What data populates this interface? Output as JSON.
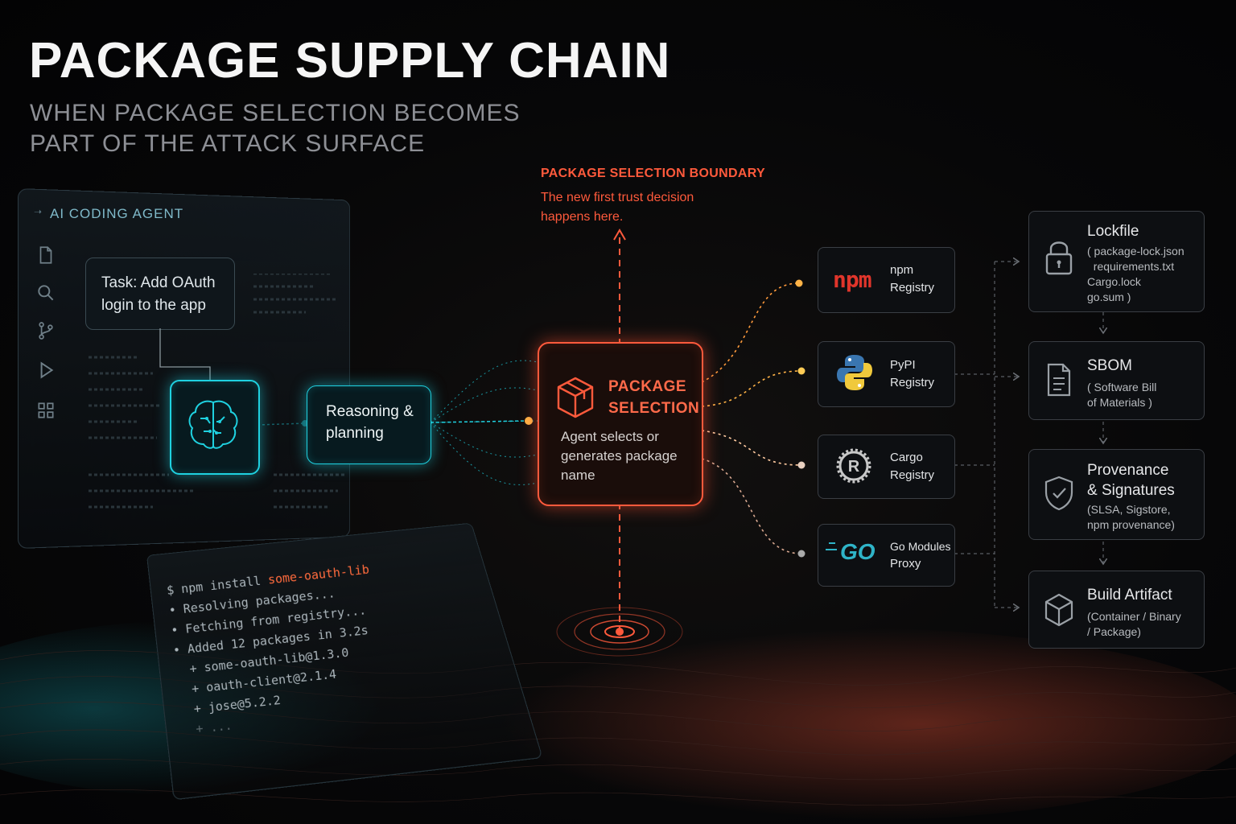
{
  "header": {
    "title": "PACKAGE SUPPLY CHAIN",
    "subtitle_line1": "WHEN PACKAGE SELECTION BECOMES",
    "subtitle_line2": "PART OF THE ATTACK SURFACE"
  },
  "agent": {
    "window_title": "AI CODING AGENT",
    "task_line1": "Task: Add OAuth",
    "task_line2": "login to the app",
    "rail_icons": [
      "file-icon",
      "search-icon",
      "branch-icon",
      "play-icon",
      "grid-icon"
    ],
    "reasoning_line1": "Reasoning &",
    "reasoning_line2": "planning"
  },
  "boundary": {
    "title": "PACKAGE SELECTION BOUNDARY",
    "desc_line1": "The new first trust decision",
    "desc_line2": "happens here."
  },
  "selection": {
    "title_line1": "PACKAGE",
    "title_line2": "SELECTION",
    "desc_line1": "Agent selects or",
    "desc_line2": "generates package",
    "desc_line3": "name"
  },
  "registries": [
    {
      "logo": "npm",
      "line1": "npm",
      "line2": "Registry"
    },
    {
      "logo": "python-logo",
      "line1": "PyPI",
      "line2": "Registry"
    },
    {
      "logo": "rust-logo",
      "line1": "Cargo",
      "line2": "Registry"
    },
    {
      "logo": "GO",
      "line1": "Go Modules",
      "line2": "Proxy"
    }
  ],
  "artifacts": [
    {
      "icon": "lock-icon",
      "title": "Lockfile",
      "sub": [
        "( package-lock.json",
        "  requirements.txt",
        "Cargo.lock",
        "go.sum )"
      ]
    },
    {
      "icon": "document-icon",
      "title": "SBOM",
      "sub": [
        "( Software Bill",
        "of Materials )"
      ]
    },
    {
      "icon": "shield-check-icon",
      "title_line1": "Provenance",
      "title_line2": "& Signatures",
      "sub": [
        "(SLSA, Sigstore,",
        "npm provenance)"
      ]
    },
    {
      "icon": "cube-icon",
      "title": "Build Artifact",
      "sub": [
        "(Container / Binary",
        "/ Package)"
      ]
    }
  ],
  "terminal": {
    "prompt": "$ npm install ",
    "package": "some-oauth-lib",
    "lines": [
      "• Resolving packages...",
      "• Fetching from registry...",
      "• Added 12 packages in 3.2s",
      "  + some-oauth-lib@1.3.0",
      "  + oauth-client@2.1.4",
      "  + jose@5.2.2",
      "  + ..."
    ]
  },
  "colors": {
    "accent_red": "#ff5a3c",
    "accent_teal": "#1fd1e0",
    "background": "#050506"
  }
}
